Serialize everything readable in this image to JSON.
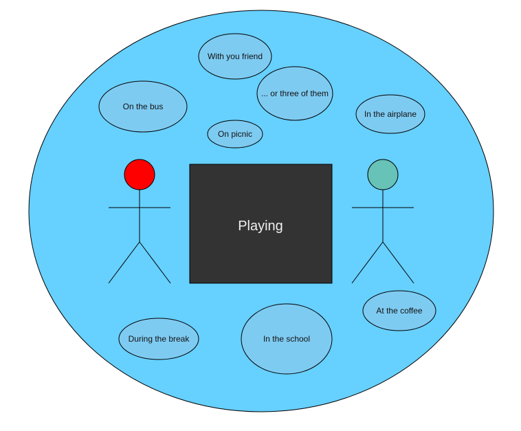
{
  "diagram": {
    "center_label": "Playing",
    "bubbles": {
      "with_friend": "With you friend",
      "three_of_them": "... or three of them",
      "on_bus": "On the bus",
      "on_picnic": "On picnic",
      "in_airplane": "In the airplane",
      "during_break": "During the break",
      "in_school": "In the school",
      "at_coffee": "At the coffee"
    },
    "colors": {
      "background_circle": "#66d0ff",
      "bubble_fill": "#7ecbf2",
      "center_box": "#333333",
      "left_head": "#ff0000",
      "right_head": "#67c2b7"
    }
  }
}
